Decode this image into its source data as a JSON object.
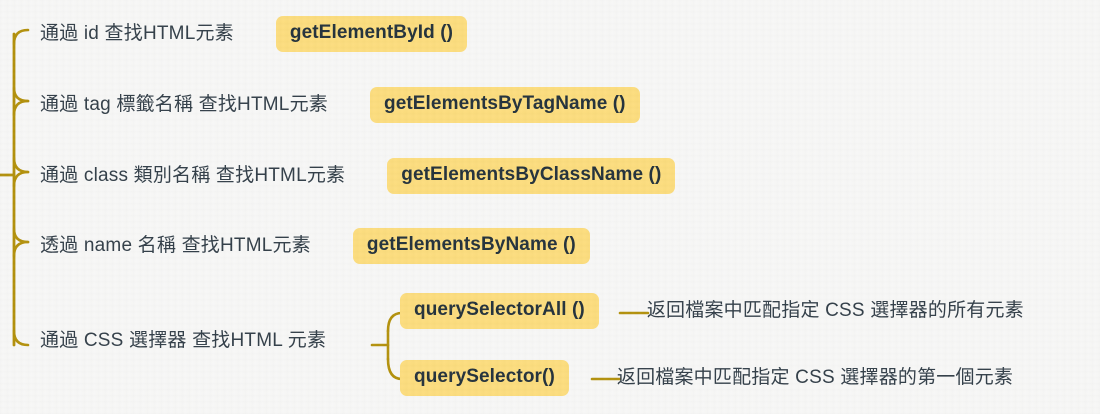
{
  "diagram": {
    "type": "mind-map",
    "title": "",
    "colors": {
      "background": "#f7f7f6",
      "badge_fill": "#fcdd7e",
      "badge_text": "#24323c",
      "connector": "#b3910c",
      "label_text": "#333f49"
    },
    "branches": [
      {
        "id": "id",
        "label": "通過 id 查找HTML元素",
        "method": "getElementById ()",
        "children": []
      },
      {
        "id": "tag",
        "label": "通過 tag 標籤名稱 查找HTML元素",
        "method": "getElementsByTagName ()",
        "children": []
      },
      {
        "id": "class",
        "label": "通過 class 類別名稱 查找HTML元素",
        "method": "getElementsByClassName ()",
        "children": []
      },
      {
        "id": "name",
        "label": "透過 name 名稱 查找HTML元素",
        "method": "getElementsByName ()",
        "children": []
      },
      {
        "id": "css",
        "label": "通過 CSS 選擇器 查找HTML 元素",
        "method": "",
        "children": [
          {
            "id": "query-selector-all",
            "method": "querySelectorAll ()",
            "description": "返回檔案中匹配指定 CSS 選擇器的所有元素"
          },
          {
            "id": "query-selector",
            "method": "querySelector()",
            "description": "返回檔案中匹配指定 CSS 選擇器的第一個元素"
          }
        ]
      }
    ]
  }
}
